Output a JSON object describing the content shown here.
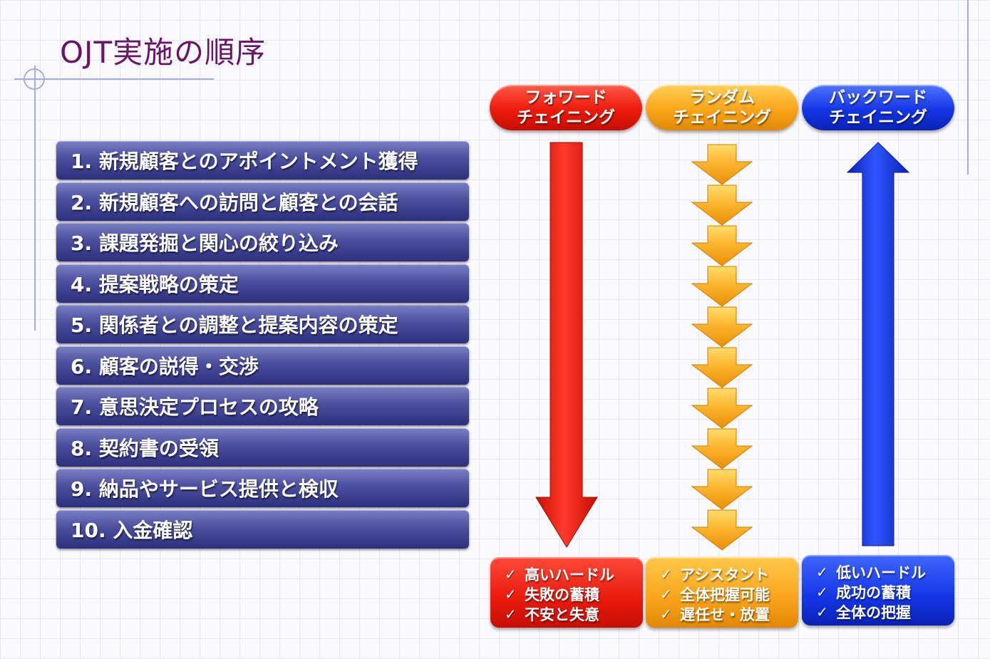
{
  "title": "OJT実施の順序",
  "steps": [
    "1. 新規顧客とのアポイントメント獲得",
    "2. 新規顧客への訪問と顧客との会話",
    "3. 課題発掘と関心の絞り込み",
    "4. 提案戦略の策定",
    "5. 関係者との調整と提案内容の策定",
    "6. 顧客の説得・交渉",
    "7. 意思決定プロセスの攻略",
    "8. 契約書の受領",
    "9. 納品やサービス提供と検収",
    "10. 入金確認"
  ],
  "methods": [
    {
      "line1": "フォワード",
      "line2": "チェイニング",
      "color": "#ec1a0c",
      "direction": "down",
      "points": [
        "高いハードル",
        "失敗の蓄積",
        "不安と失意"
      ]
    },
    {
      "line1": "ランダム",
      "line2": "チェイニング",
      "color": "#f9a51a",
      "direction": "segmented-down",
      "points": [
        "アシスタント",
        "全体把握可能",
        "遅任せ・放置"
      ]
    },
    {
      "line1": "バックワード",
      "line2": "チェイニング",
      "color": "#1435e6",
      "direction": "up",
      "points": [
        "低いハードル",
        "成功の蓄積",
        "全体の把握"
      ]
    }
  ],
  "check_icon": "✓"
}
